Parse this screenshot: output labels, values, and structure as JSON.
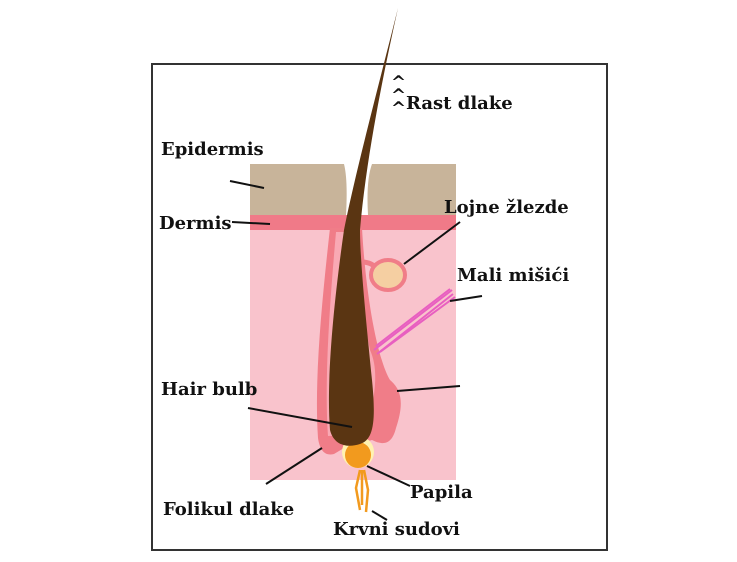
{
  "labels": {
    "growth": "Rast dlake",
    "epidermis": "Epidermis",
    "dermis": "Dermis",
    "sebaceous": "Lojne žlezde",
    "muscles": "Mali mišići",
    "hair_bulb": "Hair bulb",
    "follicle": "Folikul dlake",
    "papilla": "Papila",
    "vessels": "Krvni sudovi"
  },
  "growth_arrows": [
    "^",
    "^",
    "^"
  ],
  "colors": {
    "epidermis": "#c8b49a",
    "dermis_band": "#f07a88",
    "skin": "#f9c3cc",
    "follicle": "#f07d88",
    "hair": "#5a3512",
    "papilla": "#f29a1e",
    "gland": "#f5cfa2",
    "muscle": "#e85fc0",
    "frame": "#333333"
  }
}
